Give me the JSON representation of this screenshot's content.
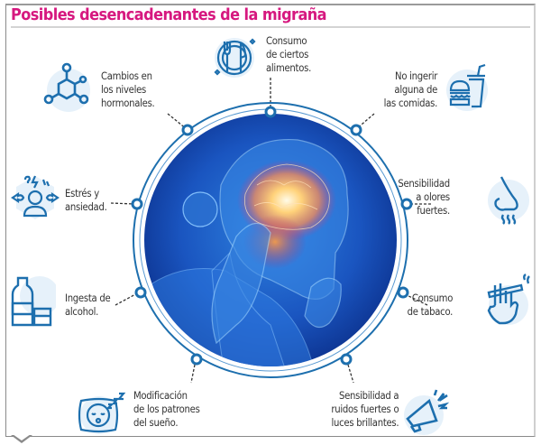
{
  "title": "Posibles desencadenantes de la migraña",
  "colors": {
    "title": "#d6187f",
    "icon_stroke": "#1d6fae",
    "icon_bg": "#e6f1fa",
    "ring": "#1d6fae",
    "hero_dark": "#0b2f8a",
    "hero_light": "#2a78d8",
    "text": "#333333"
  },
  "center_image": {
    "description": "Ilustración de una persona con migraña, cerebro iluminado",
    "icon": "migraine-head-illustration"
  },
  "triggers": [
    {
      "id": "hormonal",
      "icon": "molecule-icon",
      "lines": [
        "Cambios en",
        "los niveles",
        "hormonales."
      ]
    },
    {
      "id": "food",
      "icon": "plate-cutlery-icon",
      "lines": [
        "Consumo",
        "de ciertos",
        "alimentos."
      ]
    },
    {
      "id": "skip-meals",
      "icon": "burger-drink-icon",
      "lines": [
        "No ingerir",
        "alguna de",
        "las comidas."
      ]
    },
    {
      "id": "stress",
      "icon": "stressed-person-icon",
      "lines": [
        "Estrés y",
        "ansiedad."
      ]
    },
    {
      "id": "smells",
      "icon": "nose-smell-icon",
      "lines": [
        "Sensibilidad",
        "a olores",
        "fuertes."
      ]
    },
    {
      "id": "alcohol",
      "icon": "bottle-glass-icon",
      "lines": [
        "Ingesta de",
        "alcohol."
      ]
    },
    {
      "id": "tobacco",
      "icon": "hand-cigarette-icon",
      "lines": [
        "Consumo",
        "de tabaco."
      ]
    },
    {
      "id": "sleep",
      "icon": "sleeping-pillow-icon",
      "lines": [
        "Modificación",
        "de los patrones",
        "del sueño."
      ]
    },
    {
      "id": "noise-light",
      "icon": "megaphone-icon",
      "lines": [
        "Sensibilidad a",
        "ruidos fuertes o",
        "luces brillantes."
      ]
    }
  ]
}
